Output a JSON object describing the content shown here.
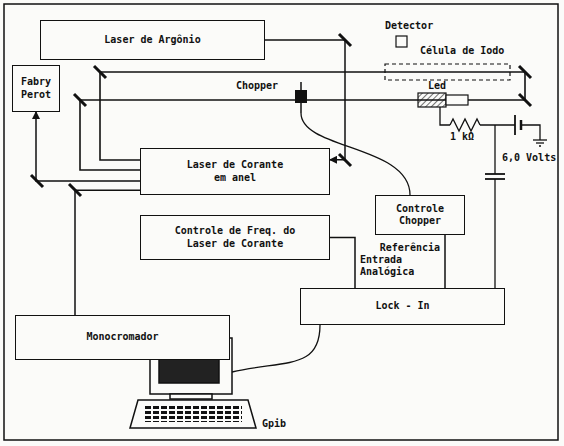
{
  "diagram": {
    "nodes": [
      {
        "text": [
          "Laser de Argônio"
        ]
      },
      {
        "text": [
          "Fabry Perot"
        ]
      },
      {
        "text": [
          "Laser de Corante em anel"
        ]
      },
      {
        "text": [
          "Controle de Freq. do Laser de Corante"
        ]
      },
      {
        "text": [
          "Controle Chopper"
        ]
      },
      {
        "text": [
          "Lock - In"
        ]
      },
      {
        "text": [
          "Monocromador"
        ]
      }
    ],
    "edges": [
      {
        "from": 0,
        "to": 2,
        "arrow": "to"
      },
      {
        "from": 2,
        "to": 1,
        "arrow": "to"
      },
      {
        "from": 2,
        "to": 6,
        "arrow": "none"
      },
      {
        "from": 3,
        "to": 5,
        "arrow": "none"
      },
      {
        "from": 4,
        "to": 5,
        "arrow": "none"
      }
    ],
    "labels": [
      "Detector",
      "Célula de Iodo",
      "Chopper",
      "Led",
      "1 kΩ",
      "6,0 Volts",
      "Referência",
      "Entrada Analógica",
      "Gpib"
    ]
  }
}
